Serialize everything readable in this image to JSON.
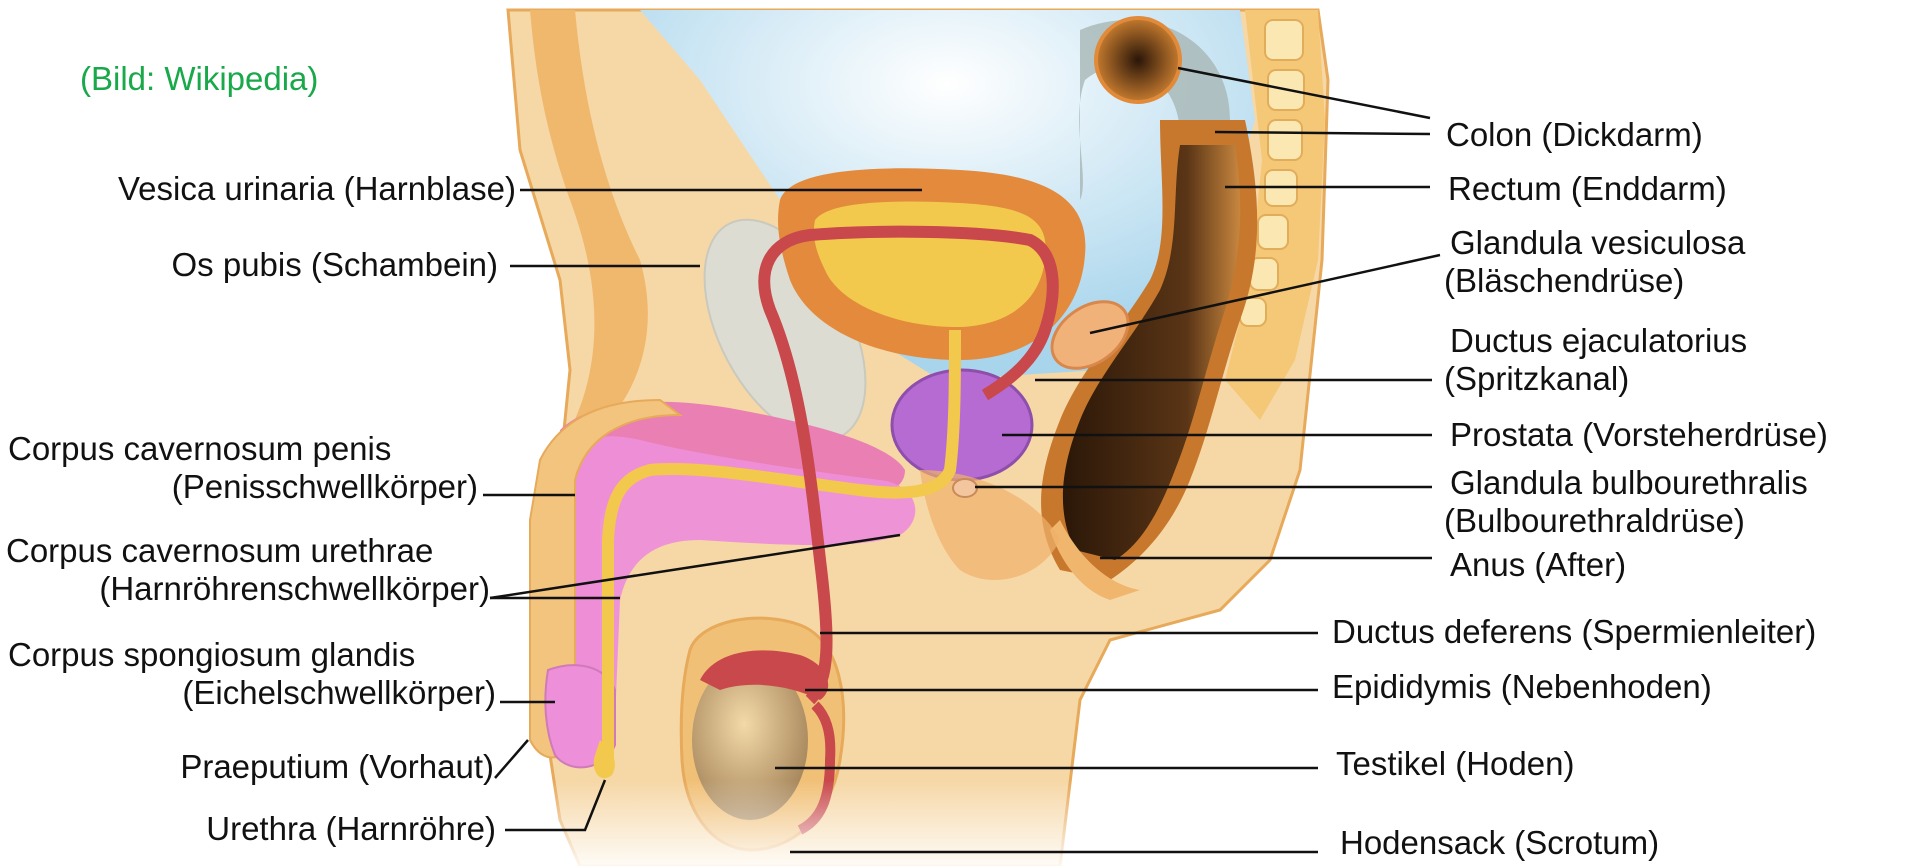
{
  "credit": "(Bild: Wikipedia)",
  "colors": {
    "skin": "#f6d7a6",
    "skin_dark": "#e7a95a",
    "bladder_wall": "#e38a3c",
    "bladder_inner": "#f2c94c",
    "bone": "#dcdcd2",
    "prostate": "#b56bd2",
    "corpus_cavernosum_penis": "#ea7fb3",
    "corpus_spongiosum": "#ee8fd9",
    "duct": "#c8484b",
    "rectum_dark": "#3c2412",
    "colon_wall": "#c9782c",
    "sky": "#a9d5ec",
    "testis": "#b79a6c",
    "credit": "#19a84a"
  },
  "labels_left": [
    {
      "id": "vesica",
      "lines": [
        "Vesica urinaria  (Harnblase)"
      ]
    },
    {
      "id": "os-pubis",
      "lines": [
        "Os pubis (Schambein)"
      ]
    },
    {
      "id": "cc-penis",
      "lines": [
        "Corpus cavernosum penis",
        "(Penisschwellkörper)"
      ]
    },
    {
      "id": "cc-urethrae",
      "lines": [
        "Corpus cavernosum urethrae",
        "(Harnröhrenschwellkörper)"
      ]
    },
    {
      "id": "cs-glandis",
      "lines": [
        "Corpus spongiosum glandis",
        "(Eichelschwellkörper)"
      ]
    },
    {
      "id": "praeputium",
      "lines": [
        "Praeputium (Vorhaut)"
      ]
    },
    {
      "id": "urethra",
      "lines": [
        "Urethra (Harnröhre)"
      ]
    }
  ],
  "labels_right": [
    {
      "id": "colon",
      "lines": [
        "Colon (Dickdarm)"
      ]
    },
    {
      "id": "rectum",
      "lines": [
        "Rectum (Enddarm)"
      ]
    },
    {
      "id": "glandula-vesiculosa",
      "lines": [
        "Glandula vesiculosa",
        "(Bläschendrüse)"
      ]
    },
    {
      "id": "ductus-ejaculatorius",
      "lines": [
        "Ductus ejaculatorius",
        "(Spritzkanal)"
      ]
    },
    {
      "id": "prostata",
      "lines": [
        "Prostata (Vorsteherdrüse)"
      ]
    },
    {
      "id": "glandula-bulbourethralis",
      "lines": [
        "Glandula bulbourethralis",
        "(Bulbourethraldrüse)"
      ]
    },
    {
      "id": "anus",
      "lines": [
        "Anus (After)"
      ]
    },
    {
      "id": "ductus-deferens",
      "lines": [
        "Ductus deferens (Spermienleiter)"
      ]
    },
    {
      "id": "epididymis",
      "lines": [
        "Epididymis (Nebenhoden)"
      ]
    },
    {
      "id": "testikel",
      "lines": [
        "Testikel (Hoden)"
      ]
    },
    {
      "id": "hodensack",
      "lines": [
        "Hodensack (Scrotum)"
      ]
    }
  ]
}
